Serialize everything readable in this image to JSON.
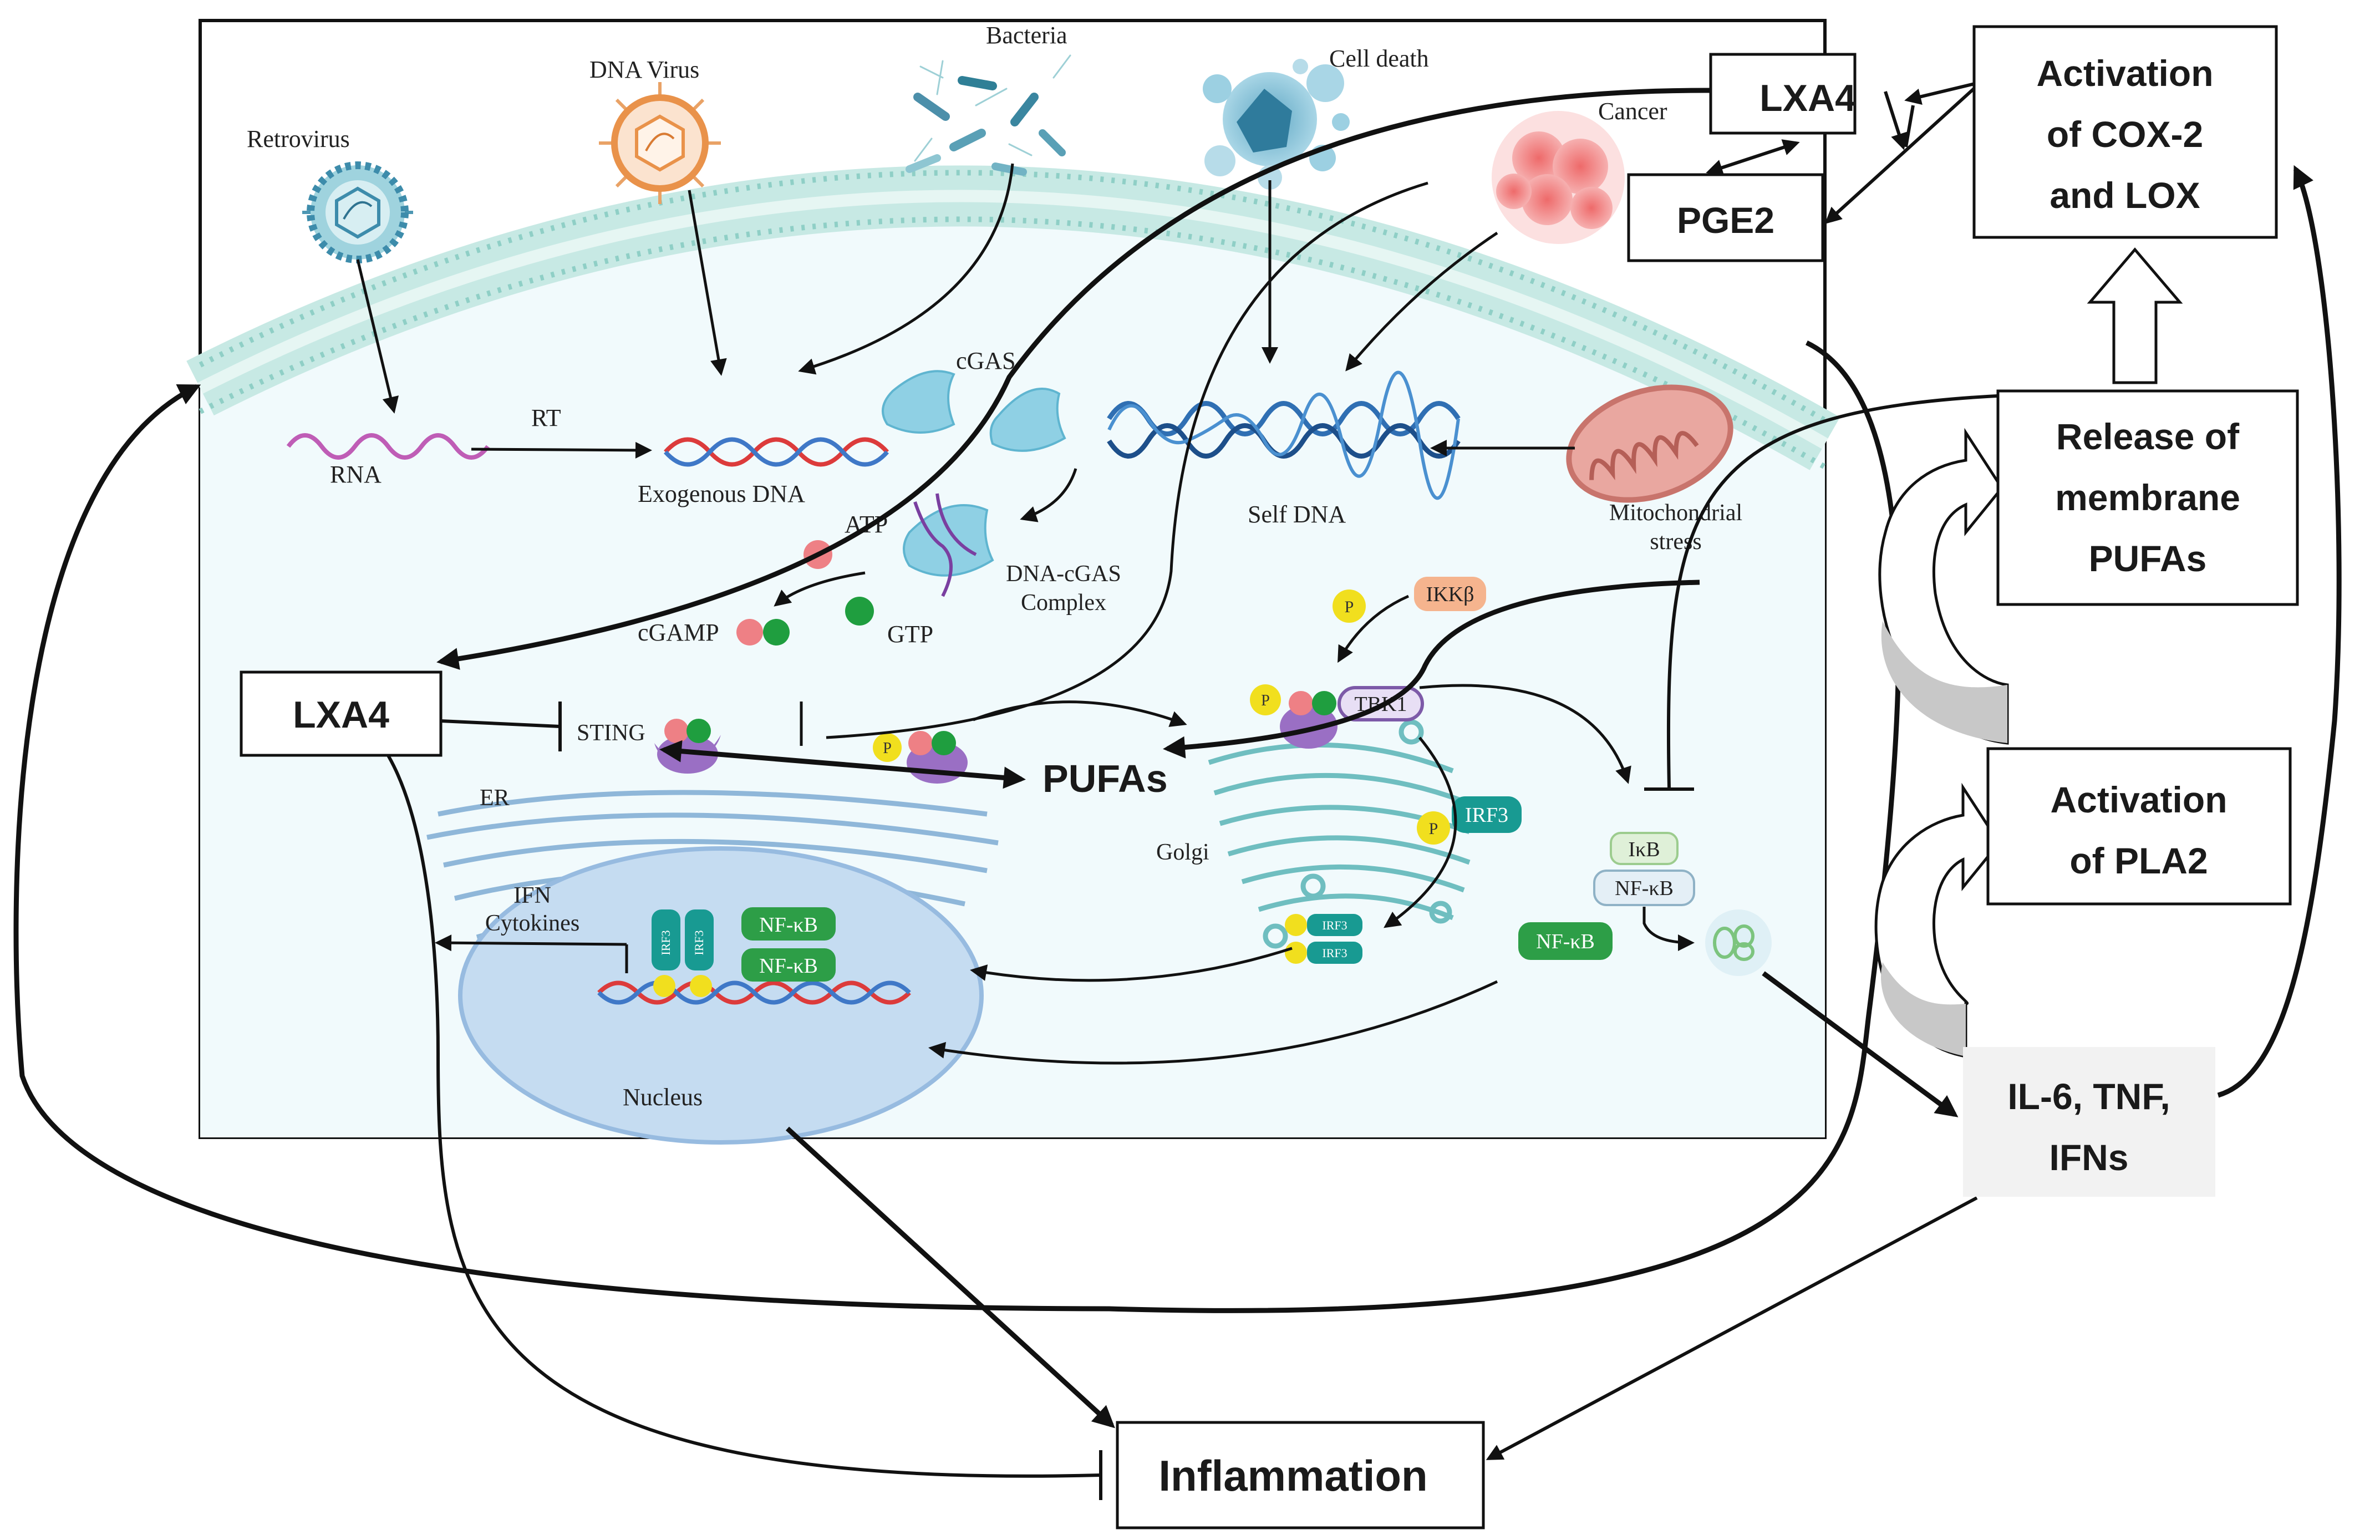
{
  "cell": {
    "pathogens": {
      "retrovirus": "Retrovirus",
      "dna_virus": "DNA Virus",
      "bacteria": "Bacteria",
      "cell_death": "Cell death",
      "cancer": "Cancer"
    },
    "rna": "RNA",
    "rt": "RT",
    "exogenous_dna": "Exogenous DNA",
    "cgas": "cGAS",
    "self_dna": "Self DNA",
    "mitochondrial_stress": "Mitochondrial\nstress",
    "atp": "ATP",
    "gtp": "GTP",
    "cgamp": "cGAMP",
    "dna_cgas_complex": "DNA-cGAS\nComplex",
    "sting": "STING",
    "er": "ER",
    "golgi": "Golgi",
    "tbk1": "TBK1",
    "ikkb": "IKKβ",
    "irf3": "IRF3",
    "ikb": "IκB",
    "nfkb": "NF-κB",
    "ifn_cytokines": "IFN\nCytokines",
    "nucleus": "Nucleus",
    "p": "P"
  },
  "boxes": {
    "lxa4_top": "LXA4",
    "pge2": "PGE2",
    "cox_lox": "Activation\nof COX-2\nand LOX",
    "pufa_release": "Release of\nmembrane\nPUFAs",
    "pla2": "Activation\nof PLA2",
    "cytokines": "IL-6, TNF,\nIFNs",
    "lxa4_left": "LXA4",
    "inflammation": "Inflammation",
    "pufas": "PUFAs"
  },
  "colors": {
    "membrane": "#b5e0dc",
    "cytoplasm": "#f2fbfd",
    "nucleus": "#c9def2",
    "cgas": "#8fd0e4",
    "sting": "#9a6fc4",
    "p_yellow": "#f1df1e",
    "gtp_green": "#1f9e3f",
    "atp_pink": "#ee8085",
    "irf3_teal": "#189a92",
    "nfkb_green": "#2d9e47",
    "ikkb_orange": "#f5b48e",
    "dna_red": "#dc3b3b",
    "dna_blue": "#3f78c7",
    "rna_purple": "#bf5db6"
  }
}
